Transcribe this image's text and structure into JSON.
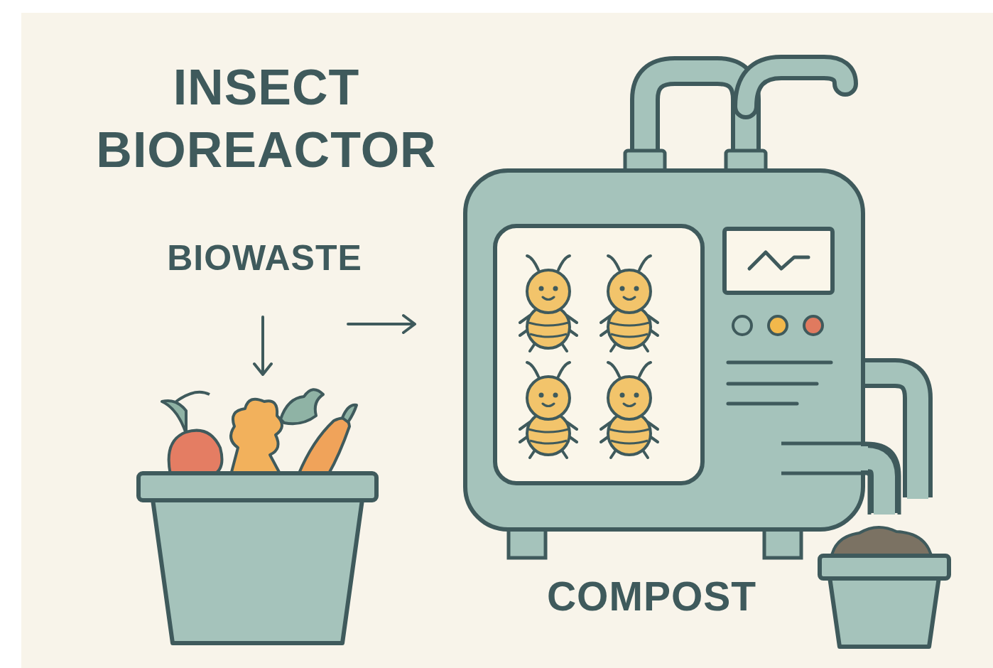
{
  "diagram": {
    "title": "INSECT BIOREACTOR",
    "labels": [
      "BIOWASTE",
      "COMPOST"
    ]
  }
}
